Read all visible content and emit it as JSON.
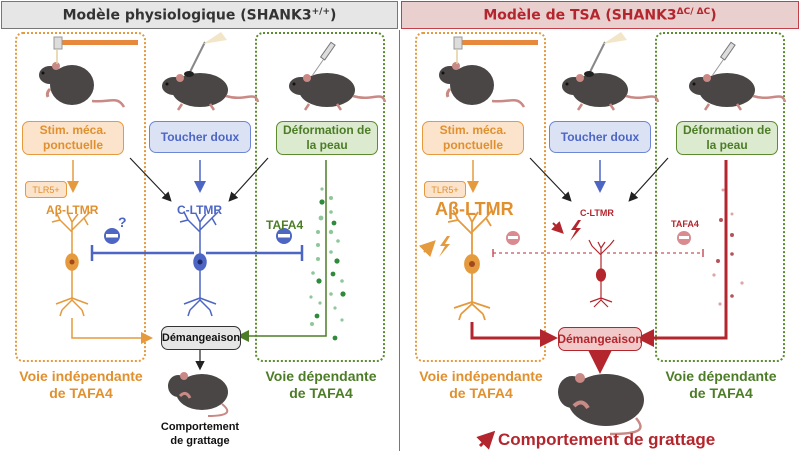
{
  "left_panel": {
    "title": "Modèle physiologique (SHANK3",
    "title_sup": "+/+",
    "title_end": ")",
    "stimuli": {
      "punctate": "Stim. méca. ponctuelle",
      "gentle_touch": "Toucher doux",
      "skin_deformation": "Déformation de la peau"
    },
    "tlr5": "TLR5+",
    "ab_ltmr": "Aβ-LTMR",
    "c_ltmr": "C-LTMR",
    "tafa4": "TAFA4",
    "question_mark": "?",
    "itch": "Démangeaison",
    "independent_path": [
      "Voie indépendante",
      "de TAFA4"
    ],
    "dependent_path": [
      "Voie dépendante",
      "de TAFA4"
    ],
    "outcome": [
      "Comportement",
      "de grattage"
    ]
  },
  "right_panel": {
    "title": "Modèle de TSA (SHANK3",
    "title_sup": "ΔC/ ΔC",
    "title_end": ")",
    "stimuli": {
      "punctate": "Stim. méca. ponctuelle",
      "gentle_touch": "Toucher doux",
      "skin_deformation": "Déformation de la peau"
    },
    "tlr5": "TLR5+",
    "ab_ltmr": "Aβ-LTMR",
    "c_ltmr": "C-LTMR",
    "tafa4": "TAFA4",
    "itch": "Démangeaison",
    "independent_path": [
      "Voie indépendante",
      "de TAFA4"
    ],
    "dependent_path": [
      "Voie dépendante",
      "de TAFA4"
    ],
    "outcome": "Comportement de grattage",
    "outcome_icon": "increase-arrow-icon"
  },
  "colors": {
    "orange": "#e59a3d",
    "blue": "#4d66c4",
    "green": "#4c7d26",
    "red": "#b3262d",
    "pink": "#d98b8f"
  }
}
